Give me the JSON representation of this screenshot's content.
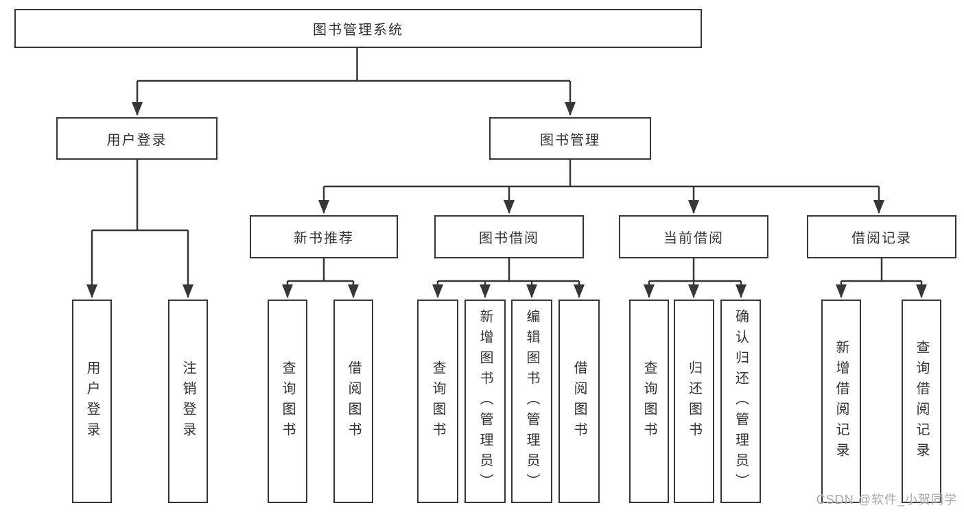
{
  "diagram": {
    "root": {
      "label": "图书管理系统"
    },
    "level2": [
      {
        "id": "user-login",
        "label": "用户登录"
      },
      {
        "id": "book-management",
        "label": "图书管理"
      }
    ],
    "level3": [
      {
        "id": "new-book-recommend",
        "label": "新书推荐"
      },
      {
        "id": "book-borrow",
        "label": "图书借阅"
      },
      {
        "id": "current-borrow",
        "label": "当前借阅"
      },
      {
        "id": "borrow-records",
        "label": "借阅记录"
      }
    ],
    "leaves": {
      "user_login": [
        "用户登录",
        "注销登录"
      ],
      "new_book_recommend": [
        "查询图书",
        "借阅图书"
      ],
      "book_borrow": [
        "查询图书",
        "新增图书（管理员）",
        "编辑图书（管理员）",
        "借阅图书"
      ],
      "current_borrow": [
        "查询图书",
        "归还图书",
        "确认归还（管理员）"
      ],
      "borrow_records": [
        "新增借阅记录",
        "查询借阅记录"
      ]
    }
  },
  "colors": {
    "line": "#363636",
    "text": "#333333",
    "background": "#ffffff",
    "watermark": "#a3a3a3"
  },
  "watermark": "CSDN @软件_小贺同学"
}
